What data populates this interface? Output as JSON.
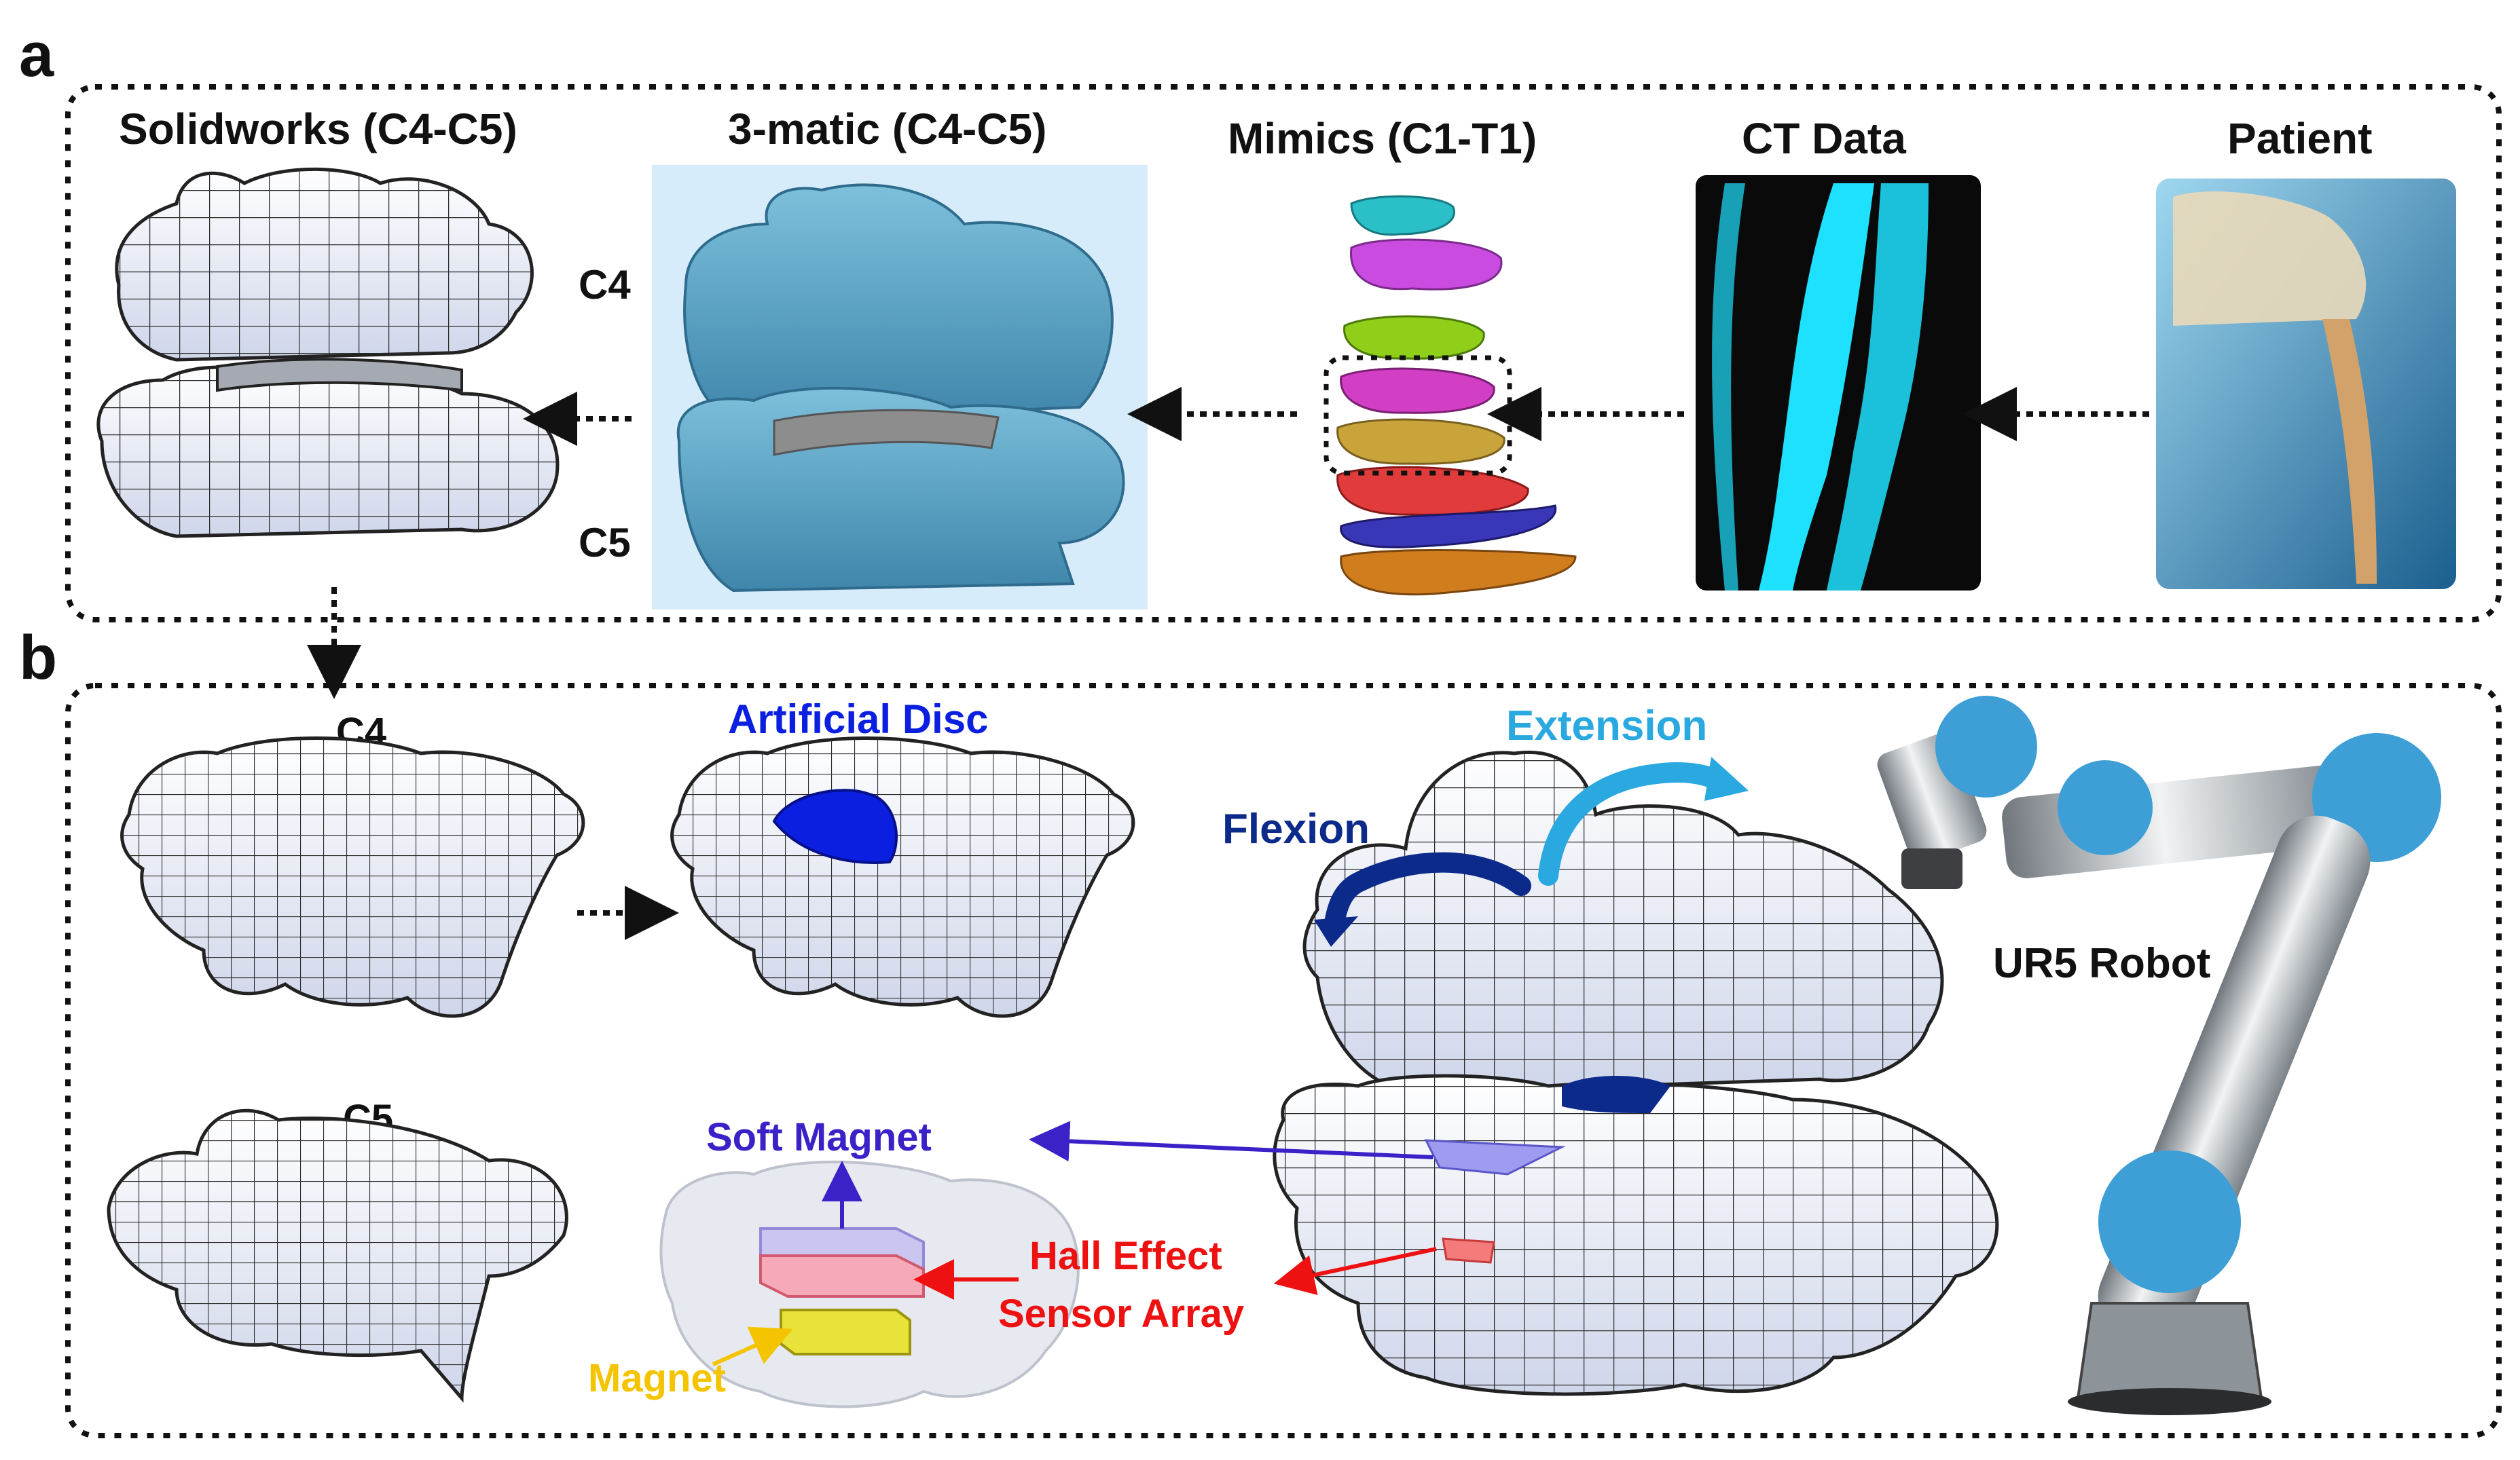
{
  "panel_a": {
    "letter": "a",
    "titles": {
      "solidworks": "Solidworks (C4-C5)",
      "matic": "3-matic (C4-C5)",
      "mimics": "Mimics  (C1-T1)",
      "ct": "CT Data",
      "patient": "Patient"
    },
    "labels": {
      "c4": "C4",
      "c5": "C5"
    }
  },
  "panel_b": {
    "letter": "b",
    "labels": {
      "c4": "C4",
      "c5": "C5",
      "artificial_disc": "Artificial Disc",
      "extension": "Extension",
      "flexion": "Flexion",
      "ur5": "UR5 Robot",
      "soft_magnet": "Soft Magnet",
      "hall_line1": "Hall Effect",
      "hall_line2": "Sensor Array",
      "magnet": "Magnet"
    }
  },
  "colors": {
    "black": "#111111",
    "bone_fill": "#e8ecf7",
    "matic_bone": "#5aa3c4",
    "matic_bg": "#d6ecfb",
    "ct_bone": "#1ee0ff",
    "disc_blue": "#0a1fe0",
    "extension_blue": "#2aa8e0",
    "flexion_navy": "#0c2a8a",
    "soft_magnet": "#3a22c8",
    "hall_red": "#ee1111",
    "magnet_yellow": "#f5c400",
    "robot_blue": "#3d9fd6",
    "robot_gray": "#9aa3ab"
  }
}
